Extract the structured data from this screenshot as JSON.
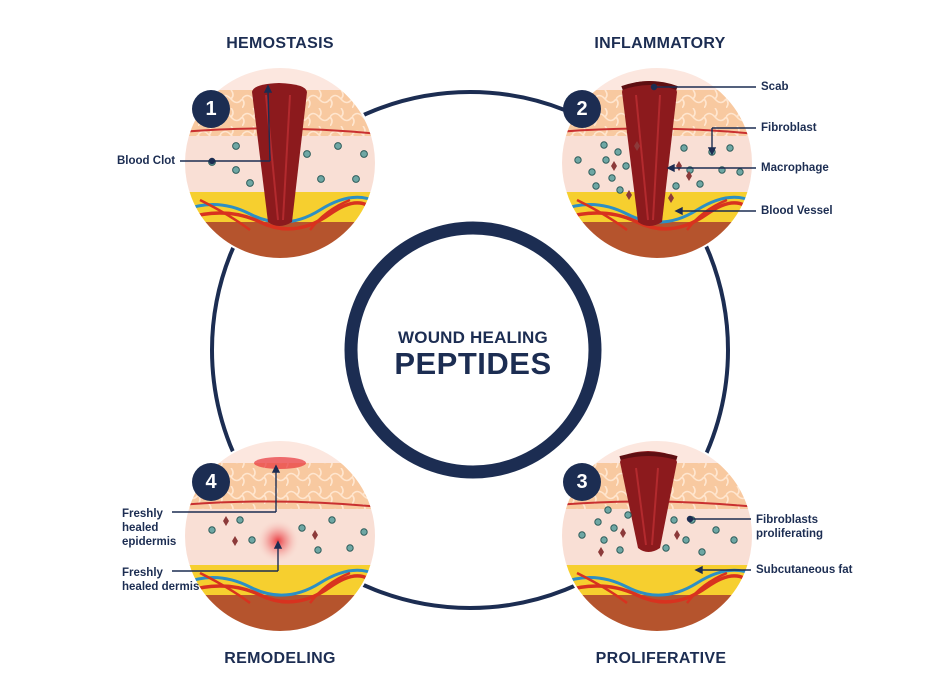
{
  "center": {
    "line1": "WOUND HEALING",
    "line2": "PEPTIDES"
  },
  "stages": [
    {
      "number": "1",
      "title": "HEMOSTASIS"
    },
    {
      "number": "2",
      "title": "INFLAMMATORY"
    },
    {
      "number": "3",
      "title": "PROLIFERATIVE"
    },
    {
      "number": "4",
      "title": "REMODELING"
    }
  ],
  "labels": {
    "blood_clot": "Blood Clot",
    "scab": "Scab",
    "fibroblast": "Fibroblast",
    "macrophage": "Macrophage",
    "blood_vessel": "Blood Vessel",
    "fibroblasts_proliferating": "Fibroblasts proliferating",
    "subcutaneous_fat": "Subcutaneous fat",
    "freshly_healed_epidermis": "Freshly healed epidermis",
    "freshly_healed_dermis": "Freshly healed dermis"
  },
  "colors": {
    "navy": "#1c2d52",
    "skin_pink": "#f9dfd5",
    "epidermis_orange": "#f8c9a0",
    "fat_yellow": "#f6cf2f",
    "deep_tissue": "#b5542d",
    "clot_red": "#8c1a1d",
    "vessel_red": "#d8321f",
    "vessel_blue": "#2c8fc4",
    "cell_teal": "#6fa7a4"
  }
}
